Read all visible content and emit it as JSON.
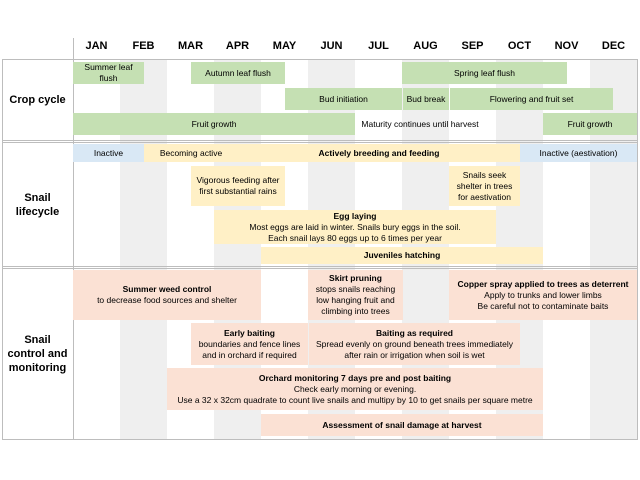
{
  "months": [
    "JAN",
    "FEB",
    "MAR",
    "APR",
    "MAY",
    "JUN",
    "JUL",
    "AUG",
    "SEP",
    "OCT",
    "NOV",
    "DEC"
  ],
  "sections": {
    "crop": "Crop cycle",
    "snail": "Snail lifecycle",
    "control": "Snail control and monitoring"
  },
  "crop": {
    "summer_leaf_flush": "Summer leaf flush",
    "autumn_leaf_flush": "Autumn leaf flush",
    "spring_leaf_flush": "Spring leaf flush",
    "bud_initiation": "Bud initiation",
    "bud_break": "Bud break",
    "flowering": "Flowering and fruit set",
    "fruit_growth_1": "Fruit growth",
    "maturity": "Maturity continues until harvest",
    "fruit_growth_2": "Fruit growth"
  },
  "snail": {
    "inactive": "Inactive",
    "becoming_active": "Becoming active",
    "actively_breeding": "Actively breeding and feeding",
    "inactive_aestivation": "Inactive (aestivation)",
    "vigorous_feeding": "Vigorous feeding after first substantial rains",
    "snails_seek_shelter": "Snails seek shelter in trees for aestivation",
    "egg_laying_title": "Egg laying",
    "egg_laying_line1": "Most eggs are laid in winter. Snails bury eggs in the soil.",
    "egg_laying_line2": "Each snail lays 80 eggs up to 6 times per year",
    "juveniles_hatching": "Juveniles hatching"
  },
  "control": {
    "summer_weed_title": "Summer weed control",
    "summer_weed_desc": "to decrease food sources and shelter",
    "skirt_pruning_title": "Skirt pruning",
    "skirt_pruning_desc": "stops snails reaching low hanging fruit and climbing into trees",
    "copper_title": "Copper spray applied to trees as deterrent",
    "copper_line1": "Apply to trunks and lower limbs",
    "copper_line2": "Be careful not to contaminate baits",
    "early_baiting_title": "Early baiting",
    "early_baiting_desc": "boundaries and fence lines and in orchard if required",
    "baiting_required_title": "Baiting as required",
    "baiting_required_desc": "Spread evenly on ground beneath trees immediately after rain or irrigation when soil is wet",
    "orchard_title": "Orchard monitoring 7 days pre and post baiting",
    "orchard_line1": "Check early morning or evening.",
    "orchard_line2": "Use a 32 x 32cm quadrate to count live snails and multipy by 10 to get snails per square metre",
    "assessment": "Assessment of snail damage at harvest"
  },
  "colors": {
    "crop_green": "#c5e0b3",
    "snail_yellow": "#fff0c6",
    "snail_blue": "#d9e8f5",
    "control_orange": "#fbe1d4",
    "stripe_grey": "#efefef"
  }
}
